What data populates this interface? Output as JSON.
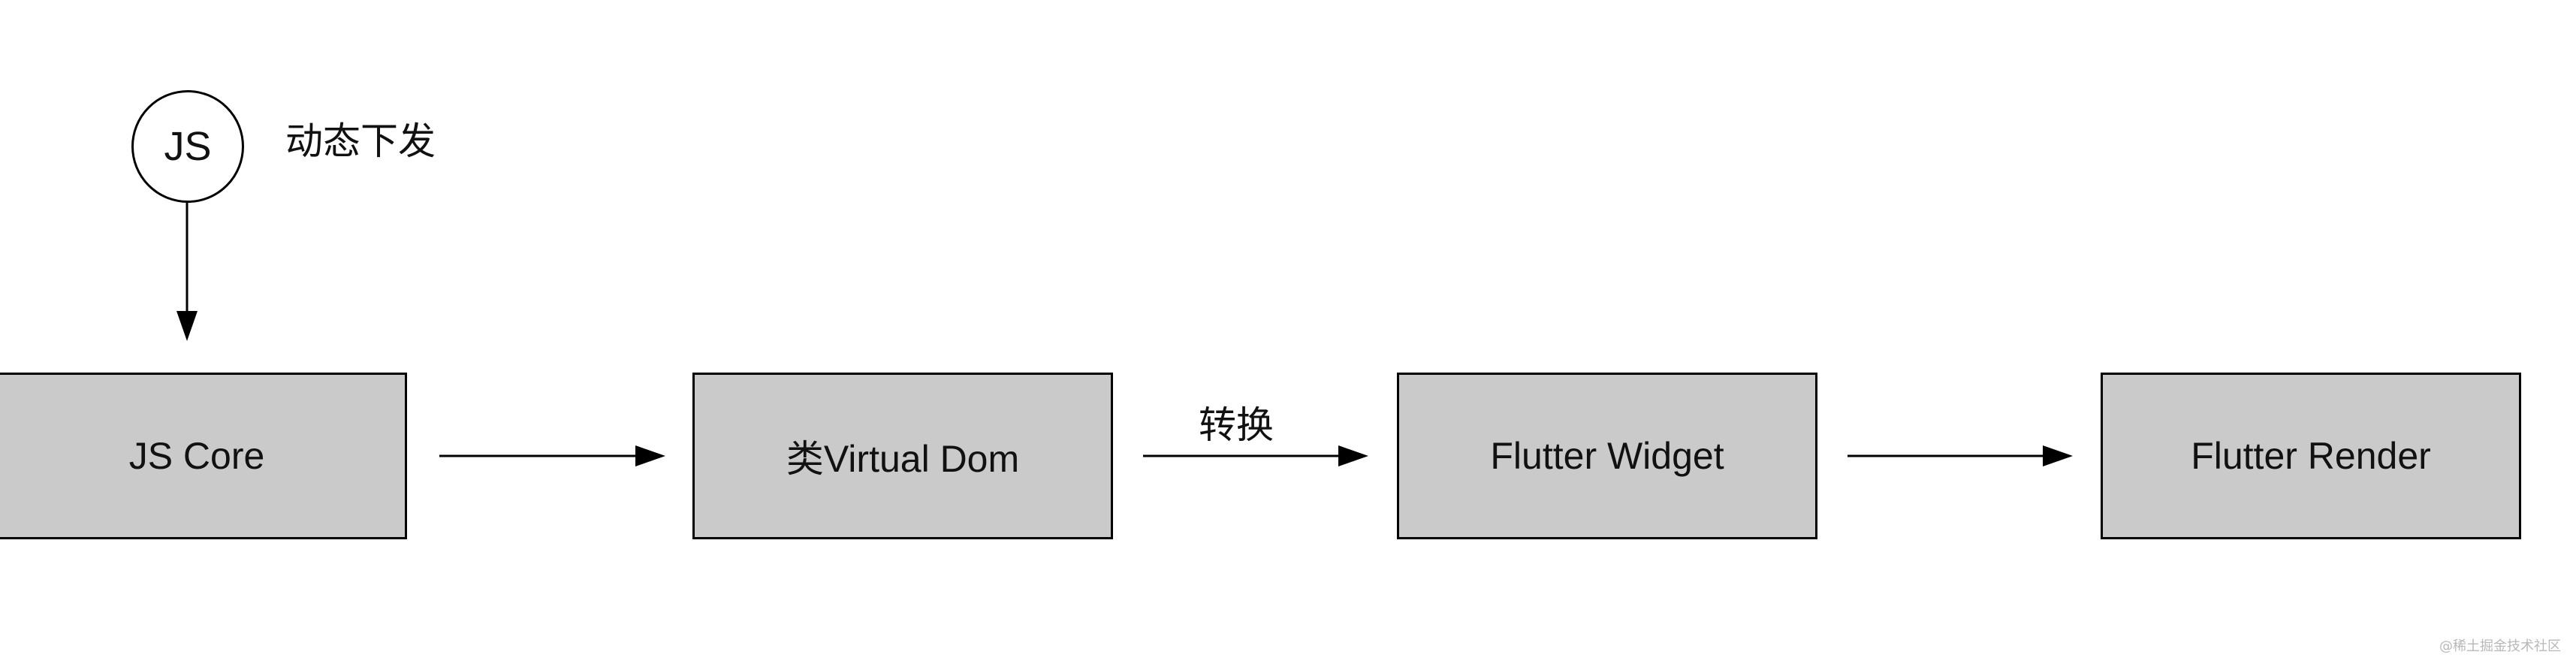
{
  "diagram": {
    "source_node": {
      "label": "JS",
      "annotation": "动态下发"
    },
    "nodes": [
      {
        "label": "JS Core"
      },
      {
        "label": "类Virtual Dom"
      },
      {
        "label": "Flutter Widget"
      },
      {
        "label": "Flutter Render"
      }
    ],
    "edges": [
      {
        "from": "JS",
        "to": "JS Core",
        "label": ""
      },
      {
        "from": "JS Core",
        "to": "类Virtual Dom",
        "label": ""
      },
      {
        "from": "类Virtual Dom",
        "to": "Flutter Widget",
        "label": "转换"
      },
      {
        "from": "Flutter Widget",
        "to": "Flutter Render",
        "label": ""
      }
    ],
    "colors": {
      "box_fill": "#cacaca",
      "stroke": "#000000",
      "text": "#111111",
      "background": "#ffffff"
    }
  },
  "watermark": "@稀土掘金技术社区"
}
